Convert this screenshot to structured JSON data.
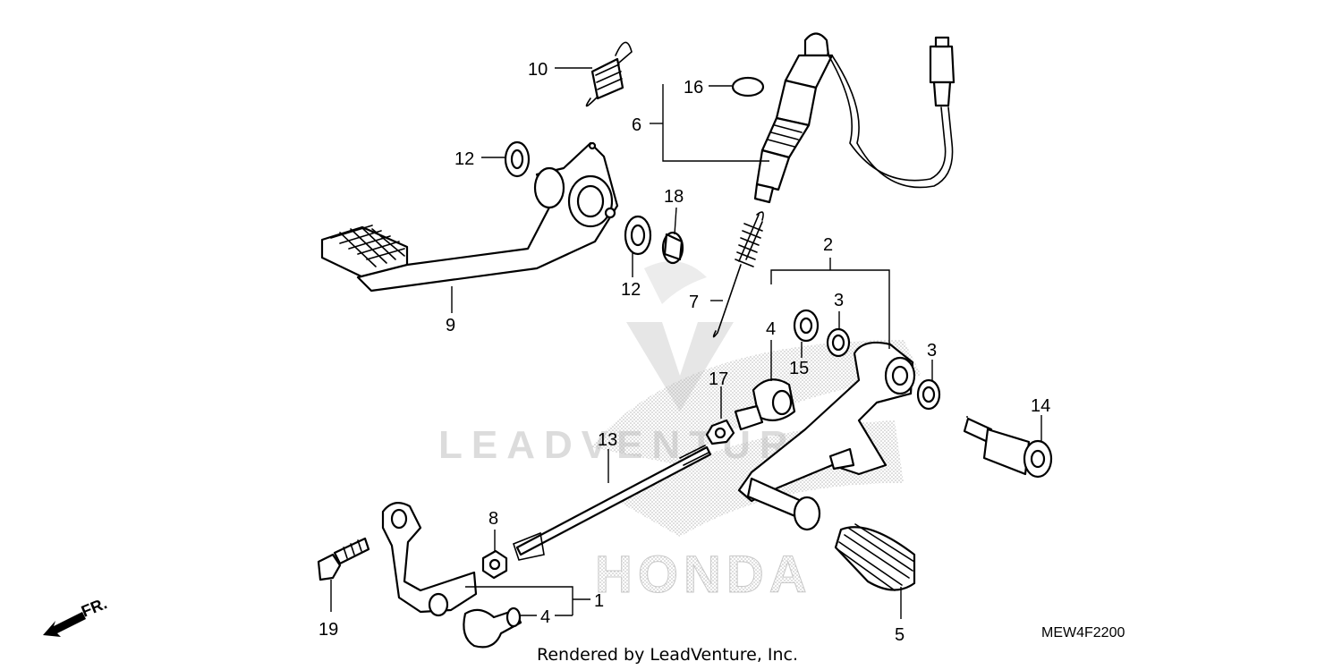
{
  "diagram": {
    "callouts": {
      "c1": "1",
      "c2": "2",
      "c3a": "3",
      "c3b": "3",
      "c4a": "4",
      "c4b": "4",
      "c5": "5",
      "c6": "6",
      "c7": "7",
      "c8": "8",
      "c9": "9",
      "c10": "10",
      "c12a": "12",
      "c12b": "12",
      "c13": "13",
      "c14": "14",
      "c15": "15",
      "c16": "16",
      "c17": "17",
      "c18": "18",
      "c19": "19"
    },
    "diagram_code": "MEW4F2200",
    "front_indicator": "FR.",
    "credit": "Rendered by LeadVenture, Inc.",
    "watermark_text": "LEADVENTURE",
    "watermark_logo": "HONDA"
  }
}
